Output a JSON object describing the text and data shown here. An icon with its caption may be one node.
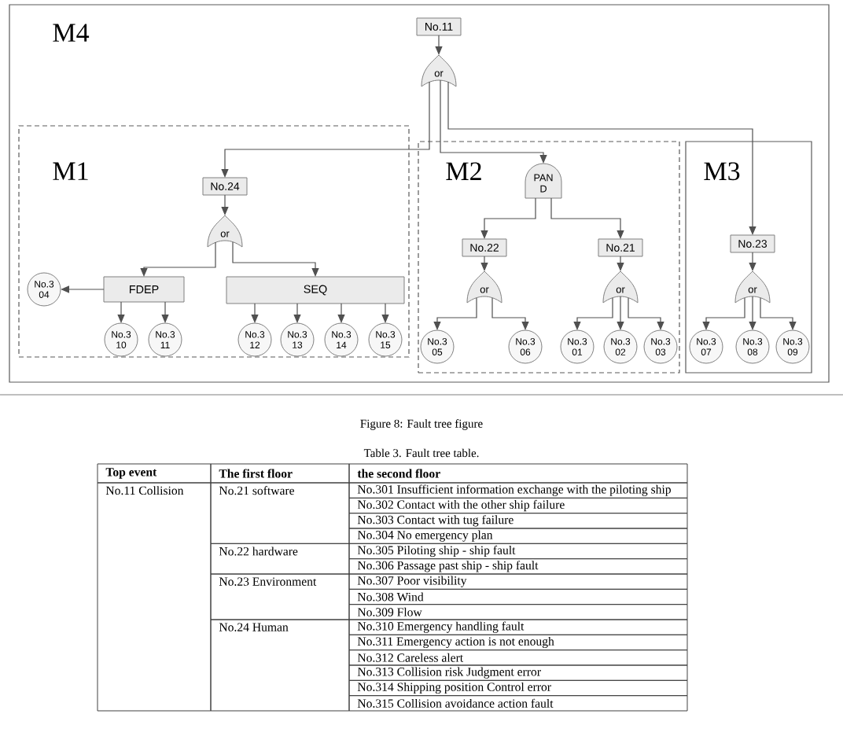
{
  "diagram": {
    "caption": "Figure 8: Fault tree figure",
    "nodes": [
      {
        "text": [
          "M4"
        ]
      },
      {
        "text": [
          "No.11"
        ],
        "in": 0
      },
      {
        "text": [
          "or"
        ],
        "in": 0
      },
      {
        "text": [
          "M1"
        ],
        "in": 0
      },
      {
        "text": [
          "No.24"
        ],
        "in": 3
      },
      {
        "text": [
          "or"
        ],
        "in": 3
      },
      {
        "text": [
          "FDEP"
        ],
        "in": 3
      },
      {
        "text": [
          "SEQ"
        ],
        "in": 3
      },
      {
        "text": [
          "No.3 04"
        ],
        "in": 3
      },
      {
        "text": [
          "No.3 10"
        ],
        "in": 3
      },
      {
        "text": [
          "No.3 11"
        ],
        "in": 3
      },
      {
        "text": [
          "No.3 12"
        ],
        "in": 3
      },
      {
        "text": [
          "No.3 13"
        ],
        "in": 3
      },
      {
        "text": [
          "No.3 14"
        ],
        "in": 3
      },
      {
        "text": [
          "No.3 15"
        ],
        "in": 3
      },
      {
        "text": [
          "M2"
        ],
        "in": 0
      },
      {
        "text": [
          "PAN D"
        ],
        "in": 15
      },
      {
        "text": [
          "No.22"
        ],
        "in": 15
      },
      {
        "text": [
          "No.21"
        ],
        "in": 15
      },
      {
        "text": [
          "or"
        ],
        "in": 15
      },
      {
        "text": [
          "or"
        ],
        "in": 15
      },
      {
        "text": [
          "No.3 05"
        ],
        "in": 15
      },
      {
        "text": [
          "No.3 06"
        ],
        "in": 15
      },
      {
        "text": [
          "No.3 01"
        ],
        "in": 15
      },
      {
        "text": [
          "No.3 02"
        ],
        "in": 15
      },
      {
        "text": [
          "No.3 03"
        ],
        "in": 15
      },
      {
        "text": [
          "M3"
        ],
        "in": 0
      },
      {
        "text": [
          "No.23"
        ],
        "in": 26
      },
      {
        "text": [
          "or"
        ],
        "in": 26
      },
      {
        "text": [
          "No.3 07"
        ],
        "in": 26
      },
      {
        "text": [
          "No.3 08"
        ],
        "in": 26
      },
      {
        "text": [
          "No.3 09"
        ],
        "in": 26
      }
    ],
    "edges": [
      {
        "from": 1,
        "to": 2,
        "arrow": "to"
      },
      {
        "from": 2,
        "to": 4,
        "arrow": "to"
      },
      {
        "from": 2,
        "to": 16,
        "arrow": "to"
      },
      {
        "from": 2,
        "to": 27,
        "arrow": "to"
      },
      {
        "from": 4,
        "to": 5,
        "arrow": "to"
      },
      {
        "from": 5,
        "to": 6,
        "arrow": "to"
      },
      {
        "from": 5,
        "to": 7,
        "arrow": "to"
      },
      {
        "from": 6,
        "to": 8,
        "arrow": "to"
      },
      {
        "from": 6,
        "to": 9,
        "arrow": "to"
      },
      {
        "from": 6,
        "to": 10,
        "arrow": "to"
      },
      {
        "from": 7,
        "to": 11,
        "arrow": "to"
      },
      {
        "from": 7,
        "to": 12,
        "arrow": "to"
      },
      {
        "from": 7,
        "to": 13,
        "arrow": "to"
      },
      {
        "from": 7,
        "to": 14,
        "arrow": "to"
      },
      {
        "from": 16,
        "to": 17,
        "arrow": "to"
      },
      {
        "from": 16,
        "to": 18,
        "arrow": "to"
      },
      {
        "from": 17,
        "to": 19,
        "arrow": "to"
      },
      {
        "from": 19,
        "to": 21,
        "arrow": "to"
      },
      {
        "from": 19,
        "to": 22,
        "arrow": "to"
      },
      {
        "from": 18,
        "to": 20,
        "arrow": "to"
      },
      {
        "from": 20,
        "to": 23,
        "arrow": "to"
      },
      {
        "from": 20,
        "to": 24,
        "arrow": "to"
      },
      {
        "from": 20,
        "to": 25,
        "arrow": "to"
      },
      {
        "from": 27,
        "to": 28,
        "arrow": "to"
      },
      {
        "from": 28,
        "to": 29,
        "arrow": "to"
      },
      {
        "from": 28,
        "to": 30,
        "arrow": "to"
      },
      {
        "from": 28,
        "to": 31,
        "arrow": "to"
      }
    ],
    "labels": [
      "Table 3. Fault tree table.",
      "Top event",
      "The first floor",
      "the second floor",
      "No.11 Collision",
      "No.21 software",
      "No.301 Insufficient information exchange with the piloting ship",
      "No.302 Contact with the other ship failure",
      "No.303 Contact with tug failure",
      "No.304 No emergency plan",
      "No.22 hardware",
      "No.305 Piloting ship - ship fault",
      "No.306 Passage past ship - ship fault",
      "No.23 Environment",
      "No.307 Poor visibility",
      "No.308 Wind",
      "No.309 Flow",
      "No.24 Human",
      "No.310 Emergency handling fault",
      "No.311 Emergency action is not enough",
      "No.312 Careless alert",
      "No.313 Collision risk Judgment error",
      "No.314 Shipping position Control error",
      "No.315 Collision avoidance action fault"
    ]
  }
}
